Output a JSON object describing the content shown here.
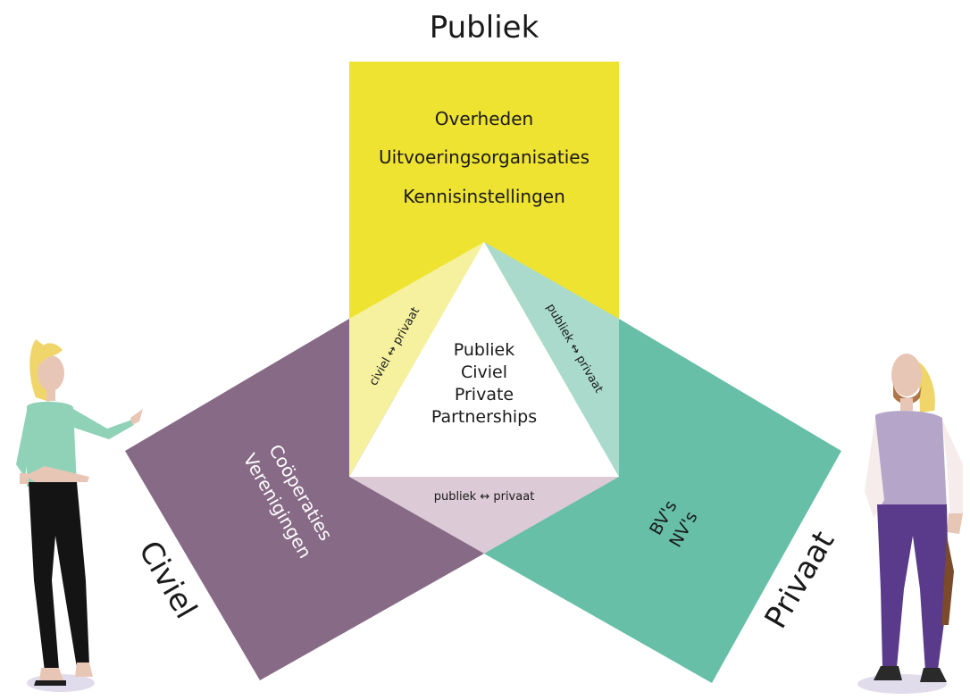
{
  "colors": {
    "publiek": "#EFE332",
    "publiek_light": "#F5F19E",
    "civiel": "#876A86",
    "civiel_light": "#DCCAD6",
    "privaat": "#67BFA8",
    "privaat_light": "#A9DACC",
    "center": "#FFFFFF"
  },
  "sectors": {
    "publiek": {
      "heading": "Publiek",
      "lines": [
        "Overheden",
        "Uitvoeringsorganisaties",
        "Kennisinstellingen"
      ]
    },
    "civiel": {
      "heading": "Civiel",
      "lines": [
        "Coöperaties",
        "Verenigingen"
      ]
    },
    "privaat": {
      "heading": "Privaat",
      "lines": [
        "BV's",
        "NV's"
      ]
    }
  },
  "overlaps": {
    "left": "civiel ↔ privaat",
    "right": "publiek ↔ privaat",
    "bottom": "publiek ↔ privaat"
  },
  "center": {
    "lines": [
      "Publiek",
      "Civiel",
      "Private",
      "Partnerships"
    ]
  },
  "figures": {
    "left": "woman-figure",
    "right": "man-figure"
  }
}
